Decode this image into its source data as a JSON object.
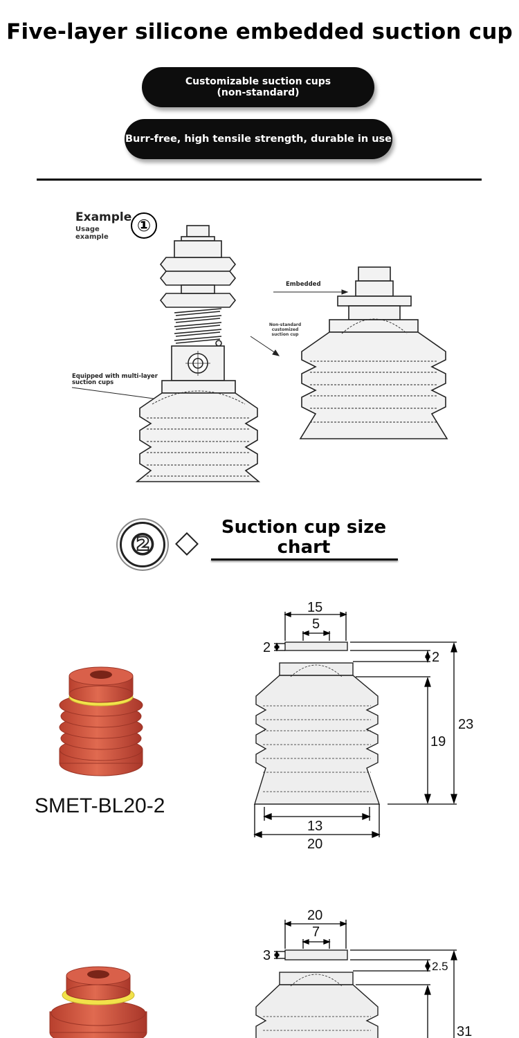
{
  "header": {
    "title": "Five-layer silicone embedded suction cup",
    "pill1_line1": "Customizable suction cups",
    "pill1_line2": "(non-standard)",
    "pill2": "Burr-free, high tensile strength, durable in use"
  },
  "example": {
    "title": "Example",
    "subtitle_line1": "Usage",
    "subtitle_line2": "example",
    "number": "①",
    "label_multilayer_line1": "Equipped with multi-layer",
    "label_multilayer_line2": "suction cups",
    "label_embedded": "Embedded",
    "label_nonstandard_line1": "Non-standard customized",
    "label_nonstandard_line2": "suction cup"
  },
  "size_chart": {
    "number": "②",
    "title_line1": "Suction cup size",
    "title_line2": "chart"
  },
  "products": [
    {
      "model": "SMET-BL20-2",
      "dims": {
        "top_width": "15",
        "hole": "5",
        "top_thick": "2",
        "collar_thick": "2",
        "body_height": "19",
        "total_height": "23",
        "base_inner": "13",
        "base_outer": "20"
      }
    },
    {
      "dims": {
        "top_width": "20",
        "hole": "7",
        "top_thick": "3",
        "collar_thick": "2.5",
        "total_height": "31"
      }
    }
  ],
  "colors": {
    "cup_red": "#d4553f",
    "cup_yellow": "#f2e24a",
    "pill_bg": "#0d0d0d",
    "drawing_fill": "#eeeeee"
  }
}
